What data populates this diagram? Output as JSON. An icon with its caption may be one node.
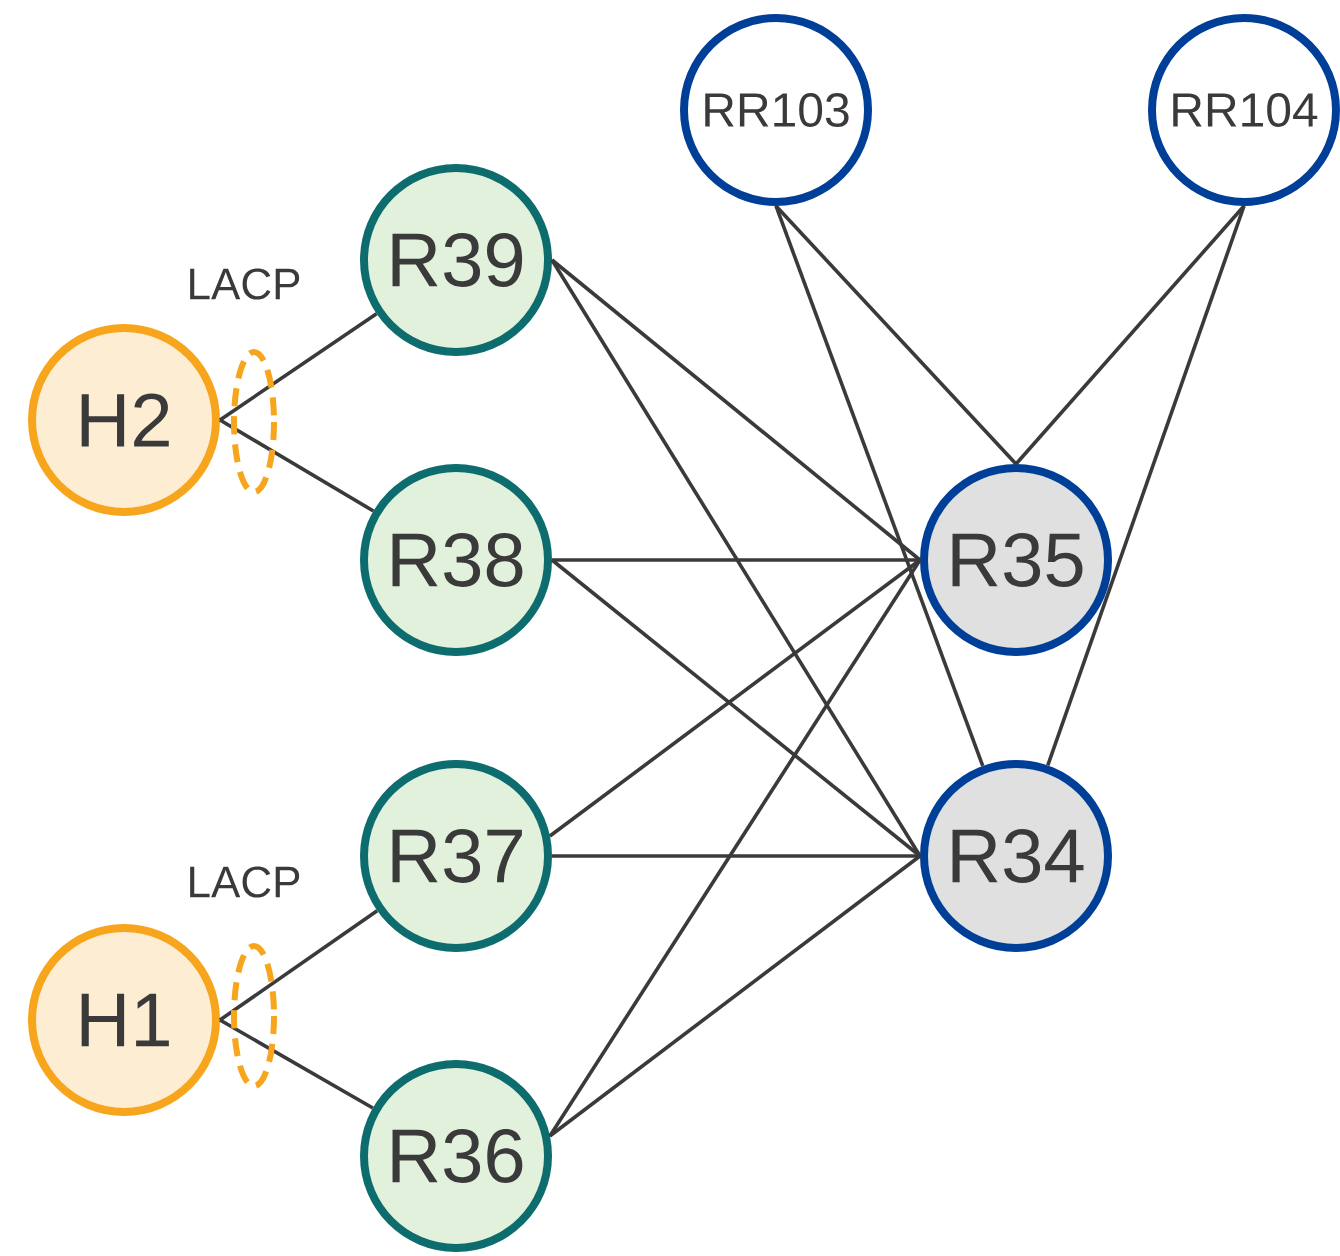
{
  "diagram": {
    "nodes": [
      {
        "text": [
          "RR103"
        ]
      },
      {
        "text": [
          "RR104"
        ]
      },
      {
        "text": [
          "H2"
        ]
      },
      {
        "text": [
          "R39"
        ]
      },
      {
        "text": [
          "R38"
        ]
      },
      {
        "text": [
          "R35"
        ]
      },
      {
        "text": [
          "R37"
        ]
      },
      {
        "text": [
          "R34"
        ]
      },
      {
        "text": [
          "H1"
        ]
      },
      {
        "text": [
          "R36"
        ]
      }
    ],
    "edges": [
      {
        "from": 2,
        "to": 3,
        "arrow": "none"
      },
      {
        "from": 2,
        "to": 4,
        "arrow": "none"
      },
      {
        "from": 8,
        "to": 6,
        "arrow": "none"
      },
      {
        "from": 8,
        "to": 9,
        "arrow": "none"
      },
      {
        "from": 3,
        "to": 5,
        "arrow": "none"
      },
      {
        "from": 3,
        "to": 7,
        "arrow": "none"
      },
      {
        "from": 4,
        "to": 5,
        "arrow": "none"
      },
      {
        "from": 4,
        "to": 7,
        "arrow": "none"
      },
      {
        "from": 6,
        "to": 5,
        "arrow": "none"
      },
      {
        "from": 6,
        "to": 7,
        "arrow": "none"
      },
      {
        "from": 9,
        "to": 5,
        "arrow": "none"
      },
      {
        "from": 9,
        "to": 7,
        "arrow": "none"
      },
      {
        "from": 0,
        "to": 5,
        "arrow": "none"
      },
      {
        "from": 0,
        "to": 7,
        "arrow": "none"
      },
      {
        "from": 1,
        "to": 5,
        "arrow": "none"
      },
      {
        "from": 1,
        "to": 7,
        "arrow": "none"
      }
    ],
    "labels": [
      "LACP",
      "LACP"
    ]
  }
}
